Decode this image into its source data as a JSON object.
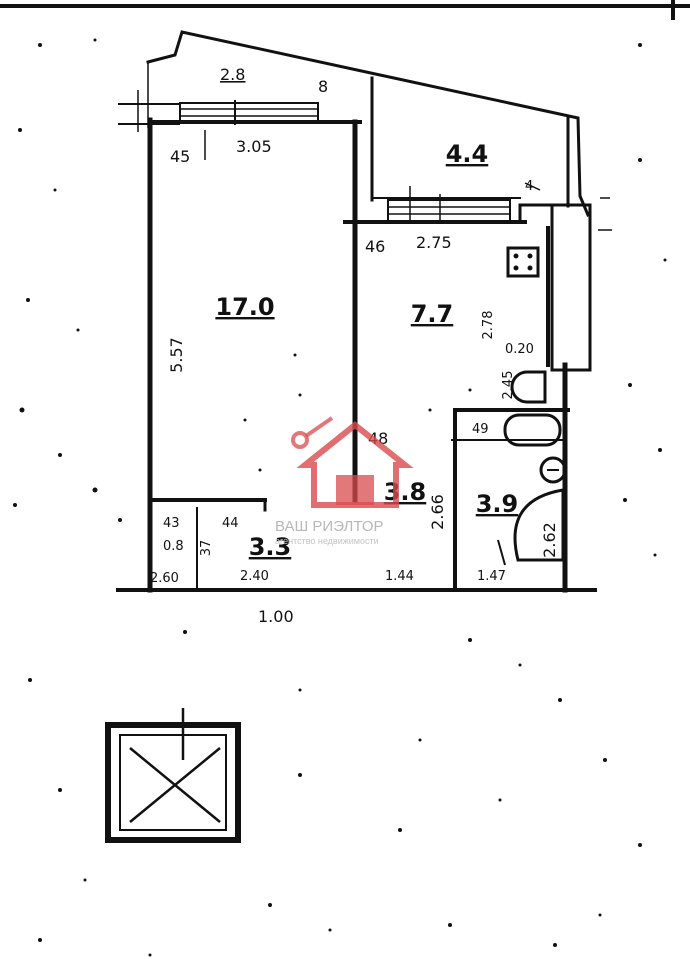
{
  "floor_plan": {
    "rooms": [
      {
        "id": "room",
        "area": "17.0"
      },
      {
        "id": "kitchen",
        "area": "7.7"
      },
      {
        "id": "balcony",
        "area": "4.4"
      },
      {
        "id": "hall",
        "area": "3.8"
      },
      {
        "id": "bathroom",
        "area": "3.9"
      },
      {
        "id": "storage",
        "area": "3.3"
      }
    ],
    "dimensions": {
      "balcony_width": "2.8",
      "balcony_mark": "8",
      "window_left": "45",
      "room_width": "3.05",
      "kitchen_window_left": "46",
      "kitchen_width": "2.75",
      "room_length": "5.57",
      "kitchen_length": "2.78",
      "vent_width": "0.20",
      "kitchen_wall": "2.45",
      "hall_mark": "48",
      "bath_mark": "49",
      "hall_length": "2.66",
      "bath_length": "2.62",
      "storage_a": "43",
      "storage_b": "44",
      "storage_c": "0.8",
      "storage_d": "37",
      "storage_e": "2.60",
      "storage_width": "2.40",
      "hall_width": "1.44",
      "bath_width": "1.47",
      "entrance_mark": "1.00",
      "misc_a": "4"
    }
  },
  "watermark": {
    "name": "ВАШ РИЭЛТОР",
    "subtitle": "агентство недвижимости",
    "house_color": "#d94b4f",
    "text_color": "#b8b8b8"
  }
}
